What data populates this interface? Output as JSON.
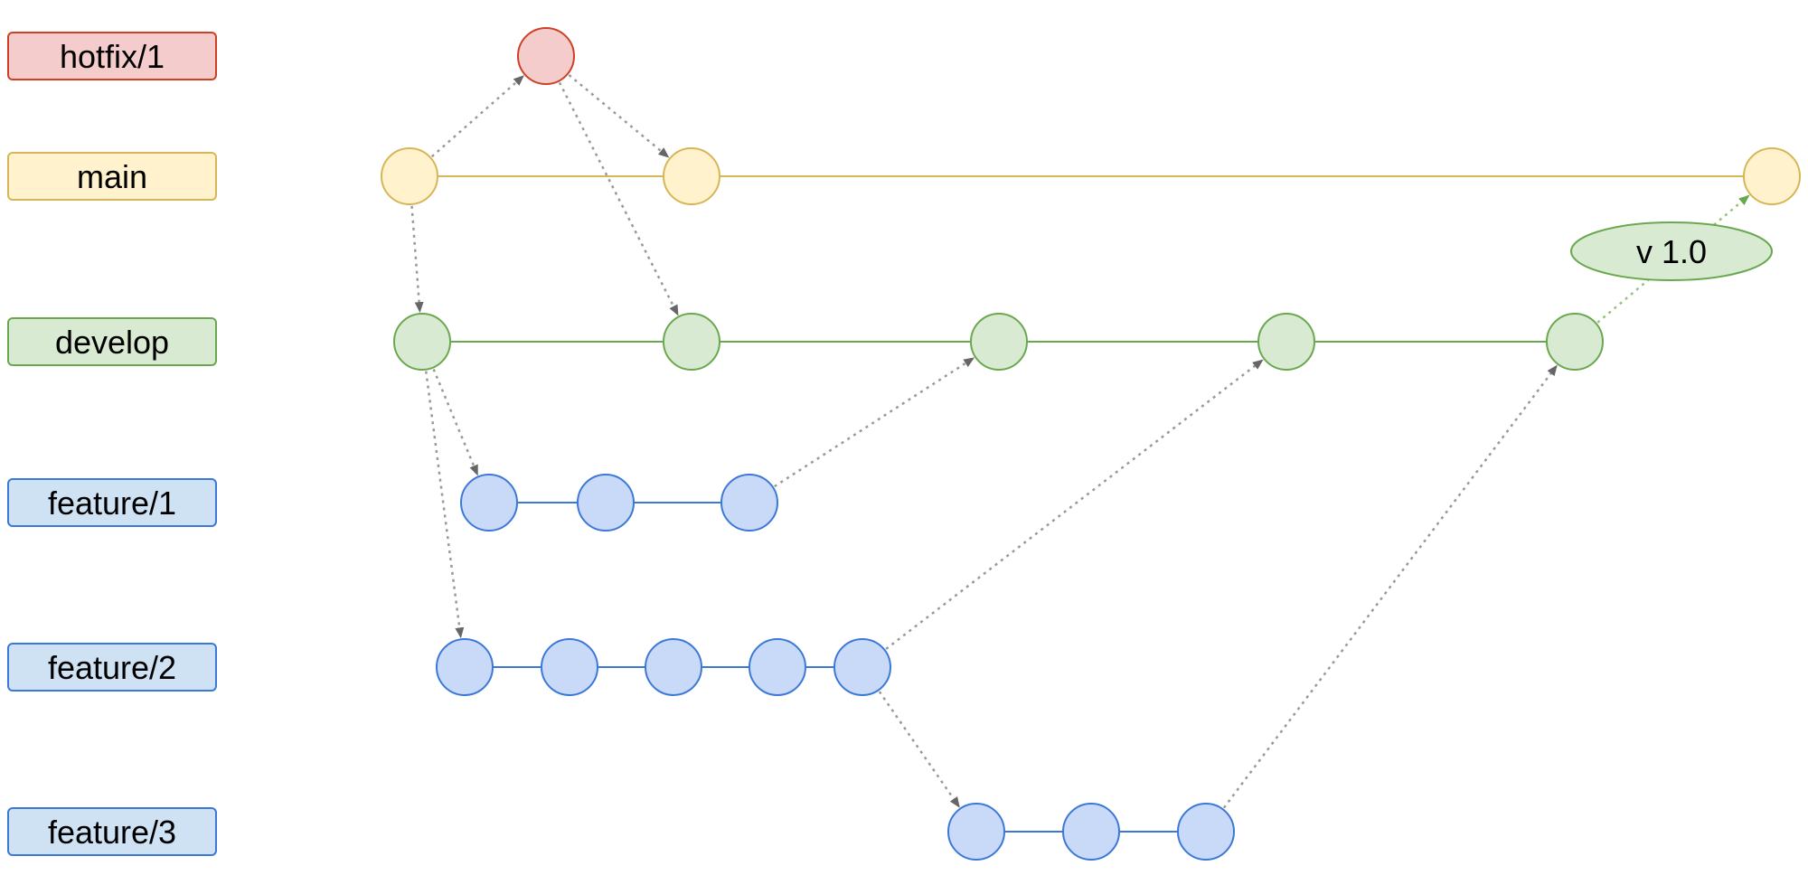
{
  "colors": {
    "hotfix": {
      "fill": "#f4cccc",
      "stroke": "#cc4125"
    },
    "main": {
      "fill": "#fff2cc",
      "stroke": "#d6b656"
    },
    "develop": {
      "fill": "#d9ead3",
      "stroke": "#6aa84f"
    },
    "feature": {
      "fill": "#cfe2f3",
      "stroke": "#3c78d8"
    },
    "feature_node": {
      "fill": "#c9daf8",
      "stroke": "#3c78d8"
    },
    "tag": {
      "fill": "#d9ead3",
      "stroke": "#6aa84f"
    },
    "arrow": "#999999",
    "arrow_head": "#666666",
    "label_text": "#000000"
  },
  "branches": [
    {
      "id": "hotfix",
      "label": "hotfix/1",
      "color": "hotfix",
      "commits": 1
    },
    {
      "id": "main",
      "label": "main",
      "color": "main",
      "commits": 3
    },
    {
      "id": "develop",
      "label": "develop",
      "color": "develop",
      "commits": 5
    },
    {
      "id": "f1",
      "label": "feature/1",
      "color": "feature",
      "commits": 3
    },
    {
      "id": "f2",
      "label": "feature/2",
      "color": "feature",
      "commits": 5
    },
    {
      "id": "f3",
      "label": "feature/3",
      "color": "feature",
      "commits": 3
    }
  ],
  "tag": {
    "label": "v 1.0"
  }
}
